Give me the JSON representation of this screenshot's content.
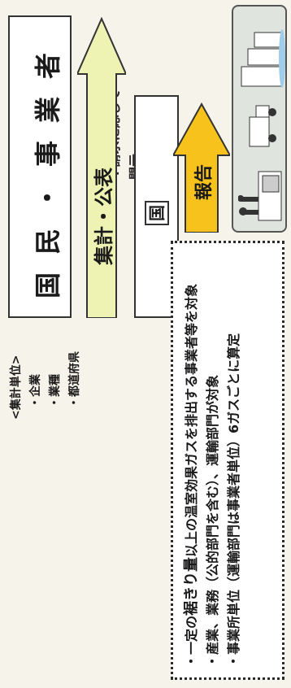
{
  "top_box": {
    "title": "国民・事業者"
  },
  "side_note": {
    "line1": "※請求に応じて",
    "line2": "開示"
  },
  "arrow_label": "集計・公表",
  "country_box": {
    "label": "国"
  },
  "report_label": "報告",
  "aggregation": {
    "heading": "<集計単位>",
    "items": [
      "・企業",
      "・業種",
      "・都道府県"
    ]
  },
  "dotted_box": {
    "bullets": [
      {
        "prefix": "・一定の",
        "emphasis": "裾きり量",
        "suffix": "以上の温室効果ガスを排出する事業者等を対象"
      },
      {
        "text": "・産業、業務（公的部門を含む）、運輸部門が対象"
      },
      {
        "text": "・事業所単位（運輸部門は事業者単位）6ガスごとに算定"
      }
    ]
  },
  "colors": {
    "arrow_fill": "#eef3b3",
    "report_fill": "#f7c21c",
    "illustration_bg": "#dfe4df",
    "dotted_border": "#2b2b2b"
  },
  "illustration": {
    "icons": [
      "factory-icon",
      "building-icon",
      "truck-icon"
    ]
  }
}
